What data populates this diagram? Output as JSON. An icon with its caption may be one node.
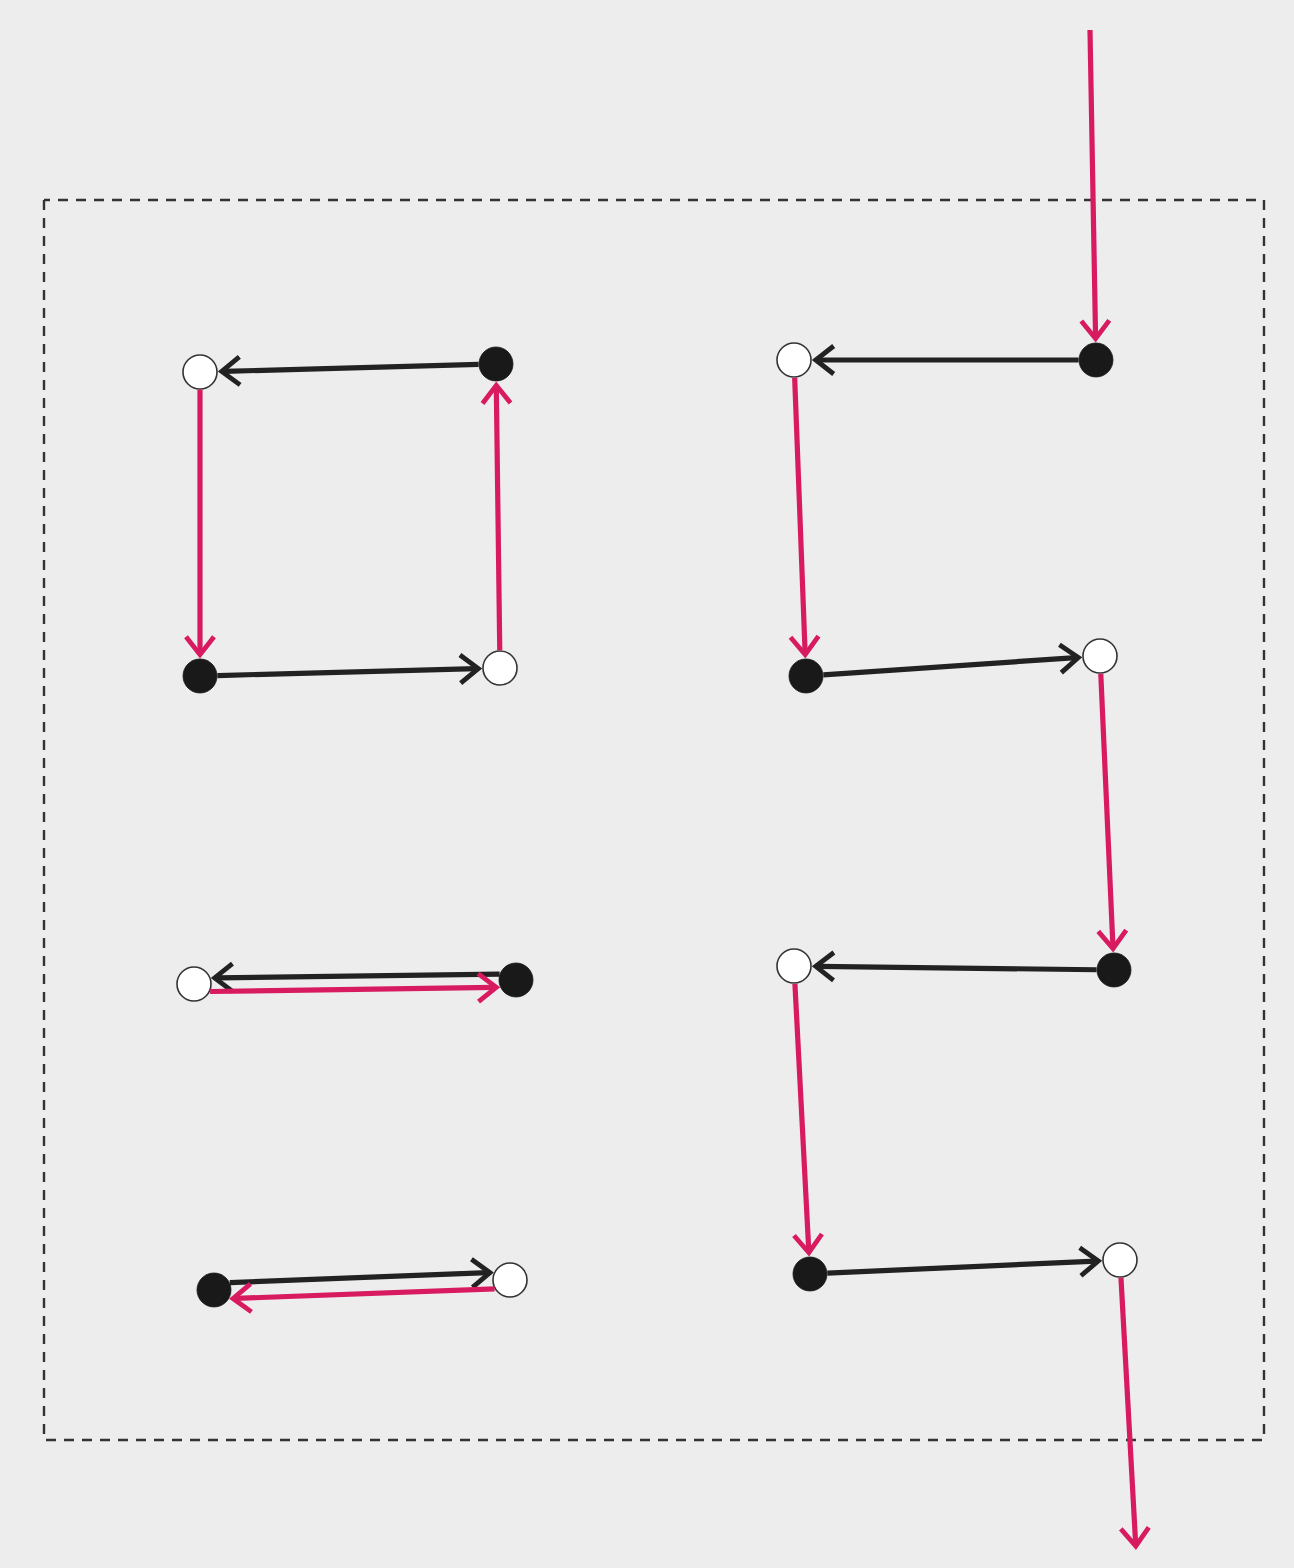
{
  "diagram": {
    "nodes": [
      {
        "text": [],
        "shape": "circle"
      },
      {
        "text": [],
        "shape": "dot"
      },
      {
        "text": [],
        "shape": "dot"
      },
      {
        "text": [],
        "shape": "circle"
      },
      {
        "text": [],
        "shape": "circle"
      },
      {
        "text": [],
        "shape": "dot"
      },
      {
        "text": [],
        "shape": "dot"
      },
      {
        "text": [],
        "shape": "circle"
      },
      {
        "text": [],
        "shape": "circle"
      },
      {
        "text": [],
        "shape": "dot"
      },
      {
        "text": [],
        "shape": "dot"
      },
      {
        "text": [],
        "shape": "circle"
      },
      {
        "text": [],
        "shape": "circle"
      },
      {
        "text": [],
        "shape": "dot"
      },
      {
        "text": [],
        "shape": "dot"
      },
      {
        "text": [],
        "shape": "circle"
      }
    ],
    "edges": [
      {
        "from": 1,
        "to": 0,
        "arrow": "to",
        "color": "#222222"
      },
      {
        "from": 0,
        "to": 2,
        "arrow": "to"
      },
      {
        "from": 2,
        "to": 3,
        "arrow": "to",
        "color": "#222222"
      },
      {
        "from": 3,
        "to": 1,
        "arrow": "to"
      },
      {
        "from": null,
        "to": 5,
        "arrow": "to"
      },
      {
        "from": 5,
        "to": 4,
        "arrow": "to",
        "color": "#222222"
      },
      {
        "from": 4,
        "to": 6,
        "arrow": "to"
      },
      {
        "from": 6,
        "to": 7,
        "arrow": "to",
        "color": "#222222"
      },
      {
        "from": 7,
        "to": 9,
        "arrow": "to"
      },
      {
        "from": 9,
        "to": 8,
        "arrow": "to",
        "color": "#222222"
      },
      {
        "from": 8,
        "to": 10,
        "arrow": "to"
      },
      {
        "from": 10,
        "to": 11,
        "arrow": "to",
        "color": "#222222"
      },
      {
        "from": 11,
        "to": null,
        "arrow": "to"
      },
      {
        "from": 13,
        "to": 12,
        "arrow": "to",
        "color": "#222222"
      },
      {
        "from": 12,
        "to": 13,
        "arrow": "to"
      },
      {
        "from": 14,
        "to": 15,
        "arrow": "to",
        "color": "#222222"
      },
      {
        "from": 15,
        "to": 14,
        "arrow": "to"
      }
    ]
  }
}
